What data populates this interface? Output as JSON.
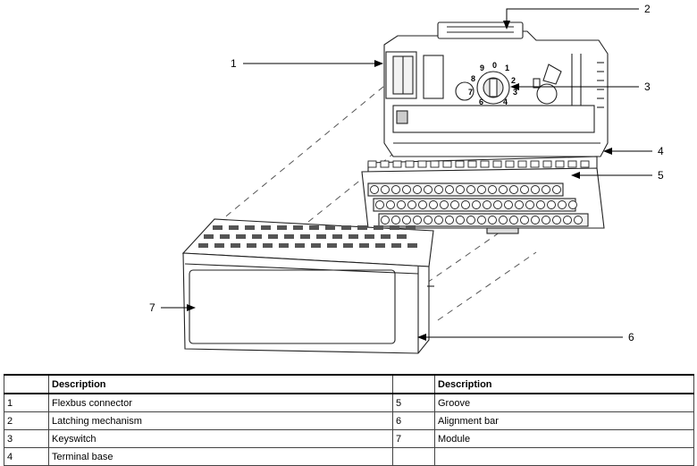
{
  "callouts": [
    "1",
    "2",
    "3",
    "4",
    "5",
    "6",
    "7"
  ],
  "keyswitch_digits": [
    "9",
    "0",
    "1",
    "8",
    "2",
    "7",
    "3",
    "6",
    "4"
  ],
  "legend": {
    "header": {
      "num": "",
      "description": "Description"
    },
    "rows": [
      {
        "left_num": "1",
        "left_desc": "Flexbus connector",
        "right_num": "5",
        "right_desc": "Groove"
      },
      {
        "left_num": "2",
        "left_desc": "Latching mechanism",
        "right_num": "6",
        "right_desc": "Alignment bar"
      },
      {
        "left_num": "3",
        "left_desc": "Keyswitch",
        "right_num": "7",
        "right_desc": "Module"
      },
      {
        "left_num": "4",
        "left_desc": "Terminal base",
        "right_num": "",
        "right_desc": ""
      }
    ]
  }
}
